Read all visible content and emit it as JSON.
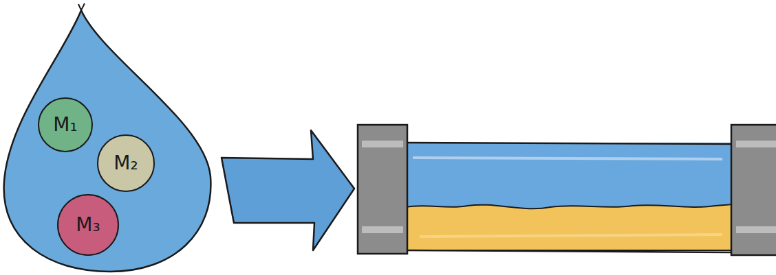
{
  "diagram": {
    "nodes": [
      {
        "text": [
          "M₁"
        ]
      },
      {
        "text": [
          "M₂"
        ]
      },
      {
        "text": [
          "M₃"
        ]
      }
    ]
  }
}
